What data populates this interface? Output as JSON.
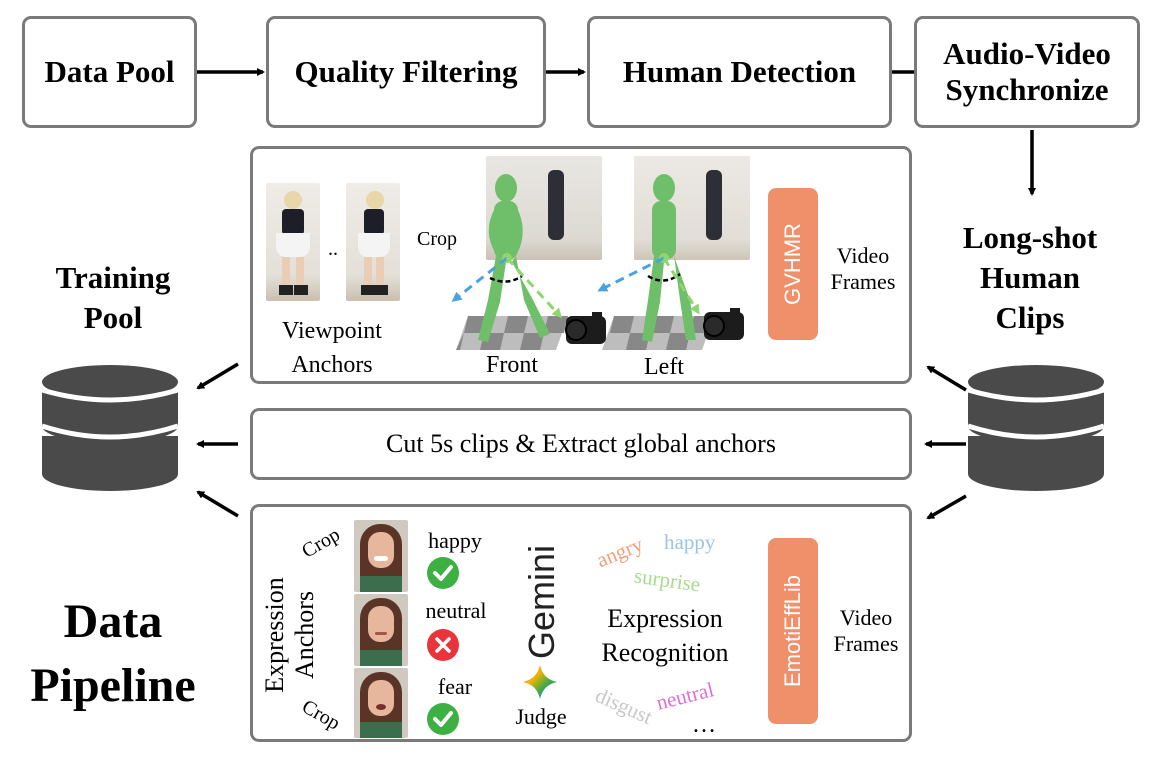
{
  "top_row": {
    "data_pool": "Data Pool",
    "quality_filtering": "Quality Filtering",
    "human_detection": "Human Detection",
    "audio_video_sync": "Audio-Video\nSynchronize"
  },
  "side_labels": {
    "long_shot_clips": "Long-shot\nHuman\nClips",
    "training_pool": "Training\nPool",
    "data_pipeline": "Data\nPipeline"
  },
  "viewpoint_panel": {
    "gvhmr": "GVHMR",
    "video_frames": "Video\nFrames",
    "crop": "Crop",
    "ellipsis": "..",
    "viewpoint_anchors": "Viewpoint\nAnchors",
    "front": "Front",
    "left": "Left"
  },
  "middle_panel": {
    "text": "Cut 5s clips & Extract global anchors"
  },
  "expression_panel": {
    "emotiefflib": "EmotiEffLib",
    "video_frames": "Video\nFrames",
    "expression_recognition": "Expression\nRecognition",
    "gemini": "Gemini",
    "judge": "Judge",
    "expression_anchors": "Expression\nAnchors",
    "crop_top": "Crop",
    "crop_bottom": "Crop",
    "ellipsis": "…",
    "emotion_words": [
      {
        "word": "angry",
        "color": "#f0a07a"
      },
      {
        "word": "happy",
        "color": "#9cc4ea"
      },
      {
        "word": "surprise",
        "color": "#a6dd8c"
      },
      {
        "word": "disgust",
        "color": "#c8c8c8"
      },
      {
        "word": "neutral",
        "color": "#dd6fd6"
      }
    ],
    "results": [
      {
        "label": "happy",
        "verdict": "correct"
      },
      {
        "label": "neutral",
        "verdict": "incorrect"
      },
      {
        "label": "fear",
        "verdict": "correct"
      }
    ]
  },
  "colors": {
    "border": "#7a7a7a",
    "orange": "#f0906a",
    "check_green": "#3cb043",
    "cross_red": "#e8343a",
    "body_green": "#6fbf6a",
    "blue_dash": "#4aa3e0",
    "green_dash": "#8fd66f"
  }
}
